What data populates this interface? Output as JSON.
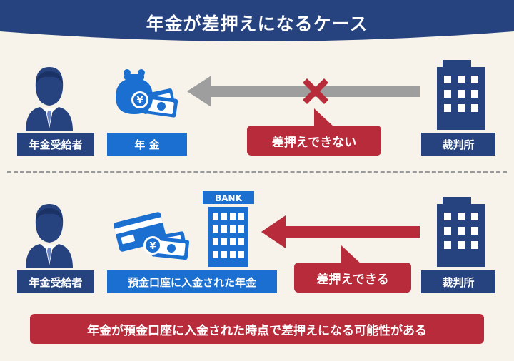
{
  "title": "年金が差押えになるケース",
  "colors": {
    "navy": "#26437f",
    "blue": "#1a6fd1",
    "red": "#b72b3a",
    "gray_arrow": "#9e9e9e",
    "background": "#f7f3ea"
  },
  "case1": {
    "person_label": "年金受給者",
    "pension_label": "年 金",
    "court_label": "裁判所",
    "result": "差押えできない",
    "icons": [
      "person-icon",
      "coin-purse-icon",
      "banknote-icon",
      "gray-arrow-icon",
      "cross-icon",
      "building-icon"
    ]
  },
  "case2": {
    "person_label": "年金受給者",
    "pension_label": "預金口座に入金された年金",
    "bank_sign": "BANK",
    "court_label": "裁判所",
    "result": "差押えできる",
    "icons": [
      "person-icon",
      "credit-card-icon",
      "banknote-icon",
      "bank-building-icon",
      "red-arrow-icon",
      "building-icon"
    ]
  },
  "note": "年金が預金口座に入金された時点で差押えになる可能性がある"
}
